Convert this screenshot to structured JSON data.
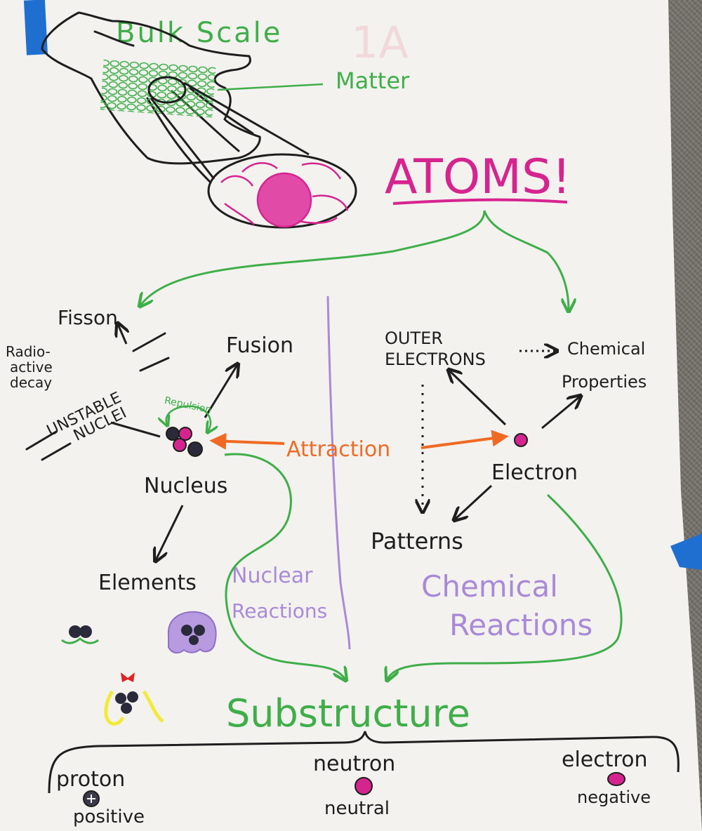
{
  "top": {
    "bulk_scale": "Bulk Scale",
    "corner_mark": "1A",
    "matter": "Matter",
    "atoms": "ATOMS!"
  },
  "nuclear_side": {
    "fisson": "Fisson",
    "radio_1": "Radio-",
    "radio_2": "active",
    "radio_3": "decay",
    "unstable": "UNSTABLE",
    "nuclei": "NUCLEI",
    "fusion": "Fusion",
    "repulsion": "Repulsion",
    "nucleus": "Nucleus",
    "elements": "Elements",
    "reactions_1": "Nuclear",
    "reactions_2": "Reactions"
  },
  "center": {
    "attraction": "Attraction"
  },
  "chemical_side": {
    "outer_1": "OUTER",
    "outer_2": "ELECTRONS",
    "chem_prop_1": "Chemical",
    "chem_prop_2": "Properties",
    "electron": "Electron",
    "patterns": "Patterns",
    "reactions_1": "Chemical",
    "reactions_2": "Reactions"
  },
  "bottom": {
    "substructure": "Substructure",
    "proton": "proton",
    "positive": "positive",
    "neutron": "neutron",
    "neutral": "neutral",
    "electron": "electron",
    "negative": "negative"
  },
  "colors": {
    "green": "#3fae49",
    "black": "#1e1e1e",
    "pink": "#d6248f",
    "orange": "#f06a23",
    "purple": "#a98ad6",
    "tape": "#1f6fd1"
  }
}
